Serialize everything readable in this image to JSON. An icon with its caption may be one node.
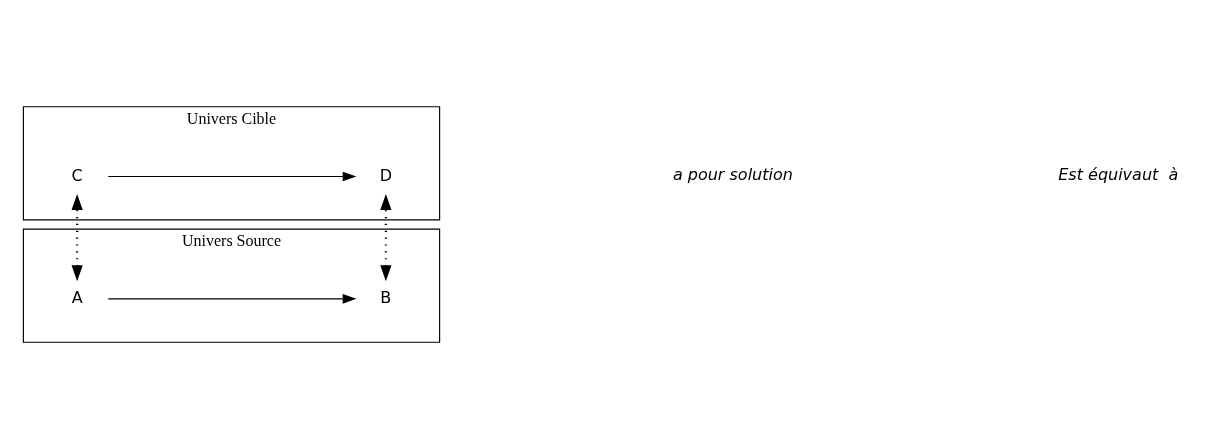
{
  "diagram": {
    "nodes": [
      {
        "text": [
          "Univers Source"
        ]
      },
      {
        "text": [
          "A"
        ],
        "in": 0
      },
      {
        "text": [
          "B"
        ],
        "in": 0
      },
      {
        "text": [
          "Univers Cible"
        ]
      },
      {
        "text": [
          "C"
        ],
        "in": 3
      },
      {
        "text": [
          "D"
        ],
        "in": 3
      }
    ],
    "edges": [
      {
        "from": 1,
        "to": 2,
        "arrow": "to"
      },
      {
        "from": 4,
        "to": 5,
        "arrow": "to"
      },
      {
        "from": 1,
        "to": 4,
        "arrow": "both",
        "style": "dashed"
      },
      {
        "from": 2,
        "to": 5,
        "arrow": "both",
        "style": "dashed"
      }
    ],
    "legend": [
      {
        "text": "a pour solution"
      },
      {
        "text": "Est équivaut  à"
      }
    ]
  }
}
